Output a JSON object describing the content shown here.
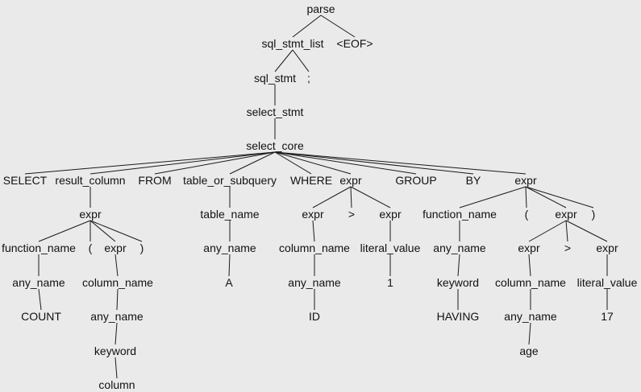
{
  "tree": {
    "nodes": [
      {
        "id": "n1",
        "label": "parse"
      },
      {
        "id": "n2",
        "label": "sql_stmt_list"
      },
      {
        "id": "n3",
        "label": "<EOF>"
      },
      {
        "id": "n4",
        "label": "sql_stmt"
      },
      {
        "id": "n5",
        "label": ";"
      },
      {
        "id": "n6",
        "label": "select_stmt"
      },
      {
        "id": "n7",
        "label": "select_core"
      },
      {
        "id": "n8",
        "label": "SELECT"
      },
      {
        "id": "n9",
        "label": "result_column"
      },
      {
        "id": "n10",
        "label": "FROM"
      },
      {
        "id": "n11",
        "label": "table_or_subquery"
      },
      {
        "id": "n12",
        "label": "WHERE"
      },
      {
        "id": "n13",
        "label": "expr"
      },
      {
        "id": "n14",
        "label": "GROUP"
      },
      {
        "id": "n15",
        "label": "BY"
      },
      {
        "id": "n16",
        "label": "expr"
      },
      {
        "id": "n17",
        "label": "expr"
      },
      {
        "id": "n18",
        "label": "table_name"
      },
      {
        "id": "n19",
        "label": "expr"
      },
      {
        "id": "n20",
        "label": ">"
      },
      {
        "id": "n21",
        "label": "expr"
      },
      {
        "id": "n22",
        "label": "function_name"
      },
      {
        "id": "n23",
        "label": "("
      },
      {
        "id": "n24",
        "label": "expr"
      },
      {
        "id": "n25",
        "label": ")"
      },
      {
        "id": "n26",
        "label": "function_name"
      },
      {
        "id": "n27",
        "label": "("
      },
      {
        "id": "n28",
        "label": "expr"
      },
      {
        "id": "n29",
        "label": ")"
      },
      {
        "id": "n30",
        "label": "any_name"
      },
      {
        "id": "n31",
        "label": "column_name"
      },
      {
        "id": "n32",
        "label": "literal_value"
      },
      {
        "id": "n33",
        "label": "any_name"
      },
      {
        "id": "n34",
        "label": "expr"
      },
      {
        "id": "n35",
        "label": ">"
      },
      {
        "id": "n36",
        "label": "expr"
      },
      {
        "id": "n37",
        "label": "any_name"
      },
      {
        "id": "n38",
        "label": "column_name"
      },
      {
        "id": "n39",
        "label": "A"
      },
      {
        "id": "n40",
        "label": "any_name"
      },
      {
        "id": "n41",
        "label": "1"
      },
      {
        "id": "n42",
        "label": "keyword"
      },
      {
        "id": "n43",
        "label": "column_name"
      },
      {
        "id": "n44",
        "label": "literal_value"
      },
      {
        "id": "n45",
        "label": "COUNT"
      },
      {
        "id": "n46",
        "label": "any_name"
      },
      {
        "id": "n47",
        "label": "ID"
      },
      {
        "id": "n48",
        "label": "HAVING"
      },
      {
        "id": "n49",
        "label": "any_name"
      },
      {
        "id": "n50",
        "label": "17"
      },
      {
        "id": "n51",
        "label": "keyword"
      },
      {
        "id": "n52",
        "label": "age"
      },
      {
        "id": "n53",
        "label": "column"
      }
    ],
    "edges": [
      [
        "n1",
        "n2"
      ],
      [
        "n1",
        "n3"
      ],
      [
        "n2",
        "n4"
      ],
      [
        "n2",
        "n5"
      ],
      [
        "n4",
        "n6"
      ],
      [
        "n6",
        "n7"
      ],
      [
        "n7",
        "n8"
      ],
      [
        "n7",
        "n9"
      ],
      [
        "n7",
        "n10"
      ],
      [
        "n7",
        "n11"
      ],
      [
        "n7",
        "n12"
      ],
      [
        "n7",
        "n13"
      ],
      [
        "n7",
        "n14"
      ],
      [
        "n7",
        "n15"
      ],
      [
        "n7",
        "n16"
      ],
      [
        "n9",
        "n17"
      ],
      [
        "n11",
        "n18"
      ],
      [
        "n13",
        "n19"
      ],
      [
        "n13",
        "n20"
      ],
      [
        "n13",
        "n21"
      ],
      [
        "n16",
        "n26"
      ],
      [
        "n16",
        "n27"
      ],
      [
        "n16",
        "n28"
      ],
      [
        "n16",
        "n29"
      ],
      [
        "n17",
        "n22"
      ],
      [
        "n17",
        "n23"
      ],
      [
        "n17",
        "n24"
      ],
      [
        "n17",
        "n25"
      ],
      [
        "n18",
        "n30"
      ],
      [
        "n19",
        "n31"
      ],
      [
        "n21",
        "n32"
      ],
      [
        "n22",
        "n37"
      ],
      [
        "n24",
        "n38"
      ],
      [
        "n26",
        "n33"
      ],
      [
        "n28",
        "n34"
      ],
      [
        "n28",
        "n35"
      ],
      [
        "n28",
        "n36"
      ],
      [
        "n30",
        "n39"
      ],
      [
        "n31",
        "n40"
      ],
      [
        "n32",
        "n41"
      ],
      [
        "n33",
        "n42"
      ],
      [
        "n34",
        "n43"
      ],
      [
        "n36",
        "n44"
      ],
      [
        "n37",
        "n45"
      ],
      [
        "n38",
        "n46"
      ],
      [
        "n40",
        "n47"
      ],
      [
        "n42",
        "n48"
      ],
      [
        "n43",
        "n49"
      ],
      [
        "n44",
        "n50"
      ],
      [
        "n46",
        "n51"
      ],
      [
        "n49",
        "n52"
      ],
      [
        "n51",
        "n53"
      ]
    ]
  }
}
